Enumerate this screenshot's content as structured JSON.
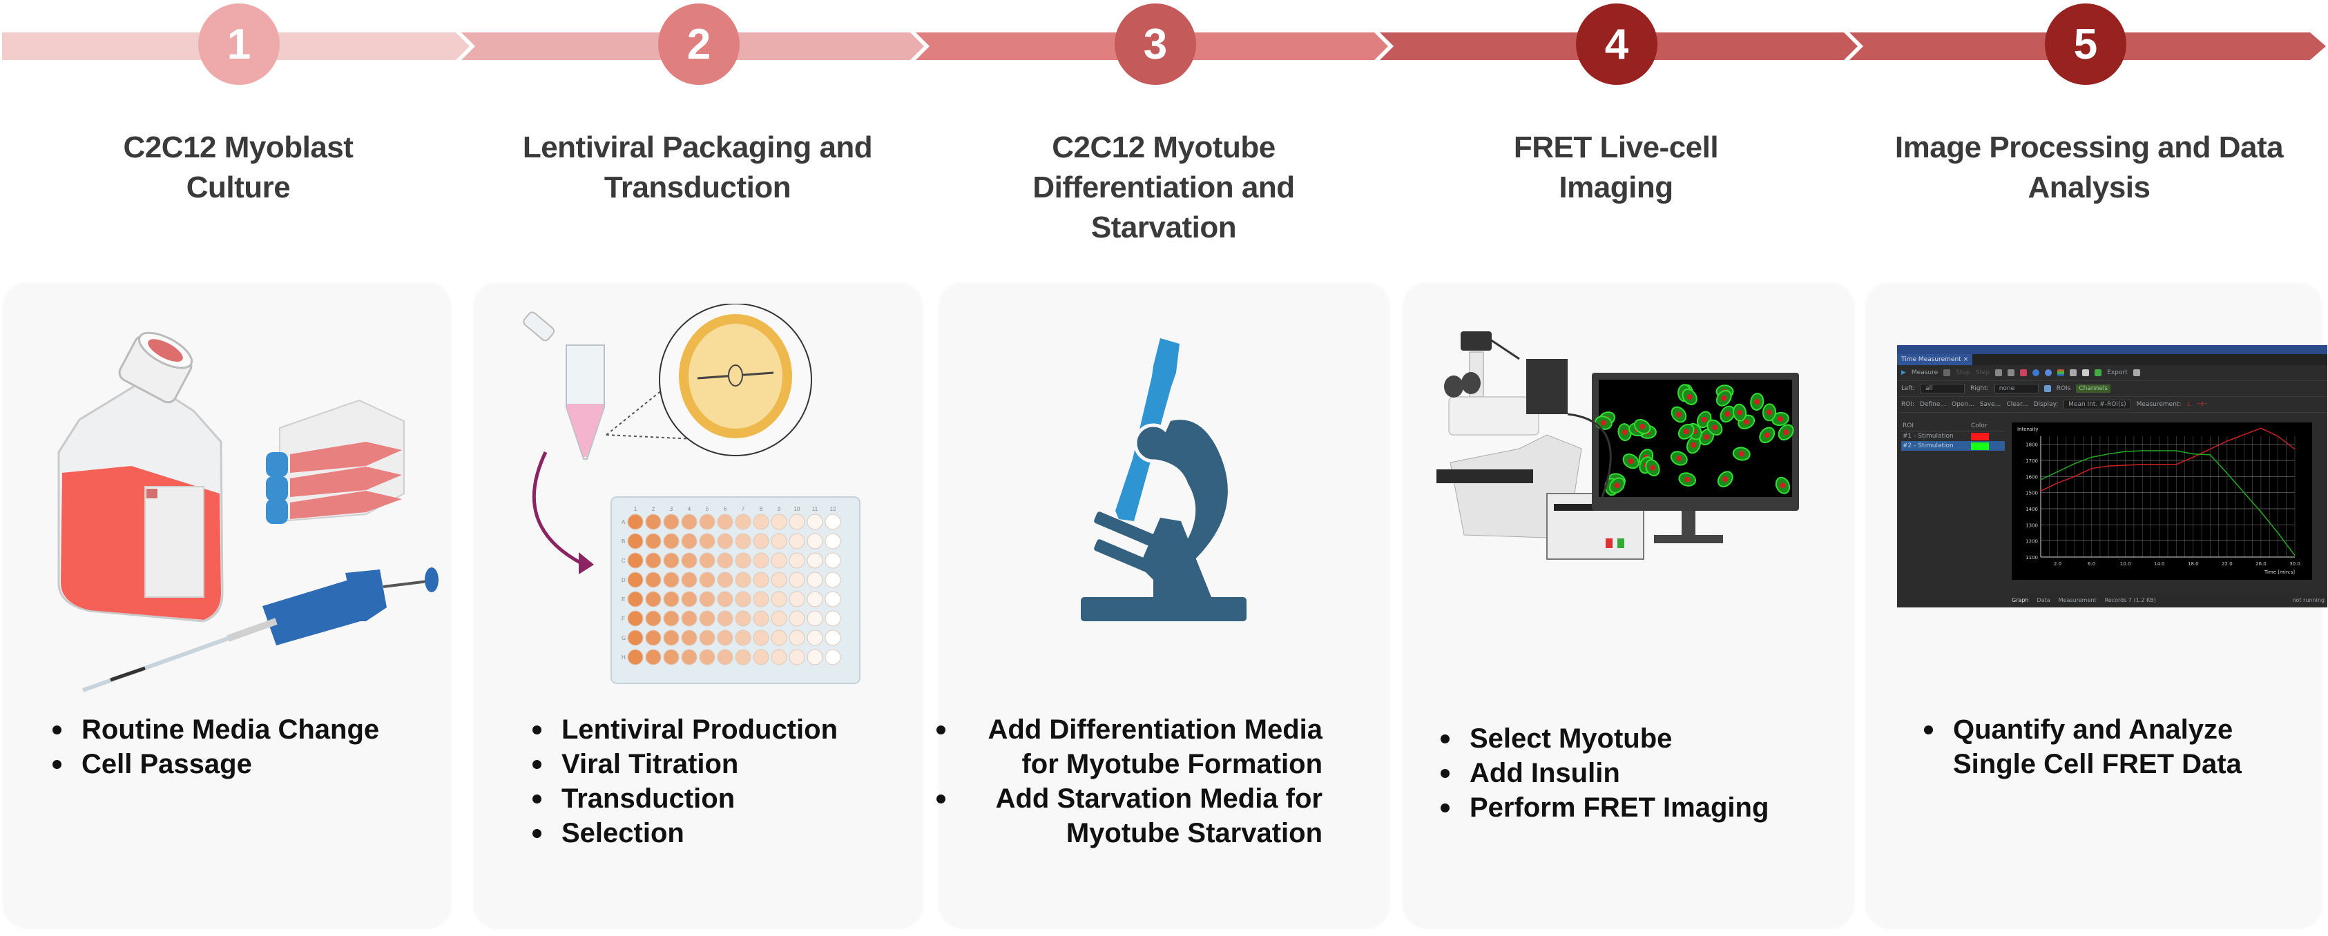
{
  "colors": {
    "step1": "#eeaaaa",
    "step2": "#e07f80",
    "step3": "#c55a5b",
    "step4": "#97221f",
    "step5": "#97221f",
    "band1": "#f3cccc",
    "band2": "#ebaeae",
    "band3": "#e07f80",
    "band4": "#c55a5b",
    "band5": "#c55a5b",
    "card_bg": "#f8f8f8",
    "title_text": "#3a3a3a"
  },
  "steps": [
    {
      "number": "1",
      "title_lines": [
        "C2C12 Myoblast",
        "Culture"
      ],
      "illustration": "culture-flask-pipette",
      "bullets": [
        "Routine Media Change",
        "Cell Passage"
      ]
    },
    {
      "number": "2",
      "title_lines": [
        "Lentiviral Packaging and",
        "Transduction"
      ],
      "illustration": "tube-virus-96-well-plate",
      "plate": {
        "columns": [
          "1",
          "2",
          "3",
          "4",
          "5",
          "6",
          "7",
          "8",
          "9",
          "10",
          "11",
          "12"
        ],
        "rows": [
          "A",
          "B",
          "C",
          "D",
          "E",
          "F",
          "G",
          "H"
        ]
      },
      "bullets": [
        "Lentiviral Production",
        "Viral Titration",
        "Transduction",
        "Selection"
      ]
    },
    {
      "number": "3",
      "title_lines": [
        "C2C12 Myotube",
        "Differentiation and",
        "Starvation"
      ],
      "illustration": "microscope-icon",
      "bullets": [
        {
          "line1": "Add Differentiation Media",
          "line2": "for Myotube Formation"
        },
        {
          "line1": "Add Starvation Media for",
          "line2": "Myotube Starvation"
        }
      ]
    },
    {
      "number": "4",
      "title_lines": [
        "FRET Live-cell",
        "Imaging"
      ],
      "illustration": "fluorescence-microscope-monitor",
      "bullets": [
        "Select  Myotube",
        "Add Insulin",
        "Perform FRET Imaging"
      ]
    },
    {
      "number": "5",
      "title_lines": [
        "Image Processing and Data",
        "Analysis"
      ],
      "illustration": "software-screenshot",
      "bullets": [
        {
          "line1": "Quantify and Analyze",
          "line2": "Single Cell FRET Data"
        }
      ]
    }
  ],
  "software": {
    "tab_label": "Time Measurement",
    "tab_close": "×",
    "toolbar1": [
      "Measure",
      "Stop",
      "Step",
      "Export"
    ],
    "left_label": "Left:",
    "left_value": "all",
    "right_label": "Right:",
    "right_value": "none",
    "rois_btn": "ROIs",
    "channels_btn": "Channels",
    "toolbar3": [
      "ROI:",
      "Define...",
      "Open...",
      "Save...",
      "Clear..."
    ],
    "display_label": "Display:",
    "display_value": "Mean Int. #-ROI(s)",
    "measurement_label": "Measurement:",
    "list_header_roi": "ROI",
    "list_header_color": "Color",
    "roi_rows": [
      {
        "name": "#1 - Stimulation",
        "color": "#ff1a1a"
      },
      {
        "name": "#2 - Stimulation",
        "color": "#1aff1a"
      }
    ],
    "plot_ylabel": "Intensity",
    "plot_xlabel": "Time [min:s]",
    "bottom_tabs": [
      "Graph",
      "Data",
      "Measurement"
    ],
    "records": "Records 7 (1.2 KB)",
    "status": "not running"
  },
  "chart_data": {
    "type": "line",
    "title": "",
    "xlabel": "Time [min:s]",
    "ylabel": "Intensity",
    "x_ticks": [
      "2.0",
      "6.0",
      "10.0",
      "14.0",
      "18.0",
      "22.0",
      "26.0",
      "30.0"
    ],
    "y_ticks": [
      1100,
      1200,
      1300,
      1400,
      1500,
      1600,
      1700,
      1800
    ],
    "x": [
      0,
      2,
      4,
      6,
      8,
      10,
      12,
      14,
      16,
      18,
      20,
      22,
      24,
      26,
      28,
      30
    ],
    "series": [
      {
        "name": "#1 - Stimulation",
        "color": "#cc2222",
        "values": [
          1510,
          1560,
          1600,
          1650,
          1665,
          1670,
          1675,
          1675,
          1675,
          1720,
          1770,
          1820,
          1860,
          1900,
          1850,
          1770
        ]
      },
      {
        "name": "#2 - Stimulation",
        "color": "#22aa22",
        "values": [
          1580,
          1630,
          1680,
          1720,
          1740,
          1755,
          1760,
          1760,
          1760,
          1740,
          1735,
          1620,
          1500,
          1380,
          1250,
          1110
        ]
      }
    ],
    "ylim": [
      1100,
      1850
    ],
    "grid": true,
    "legend": "left list"
  }
}
